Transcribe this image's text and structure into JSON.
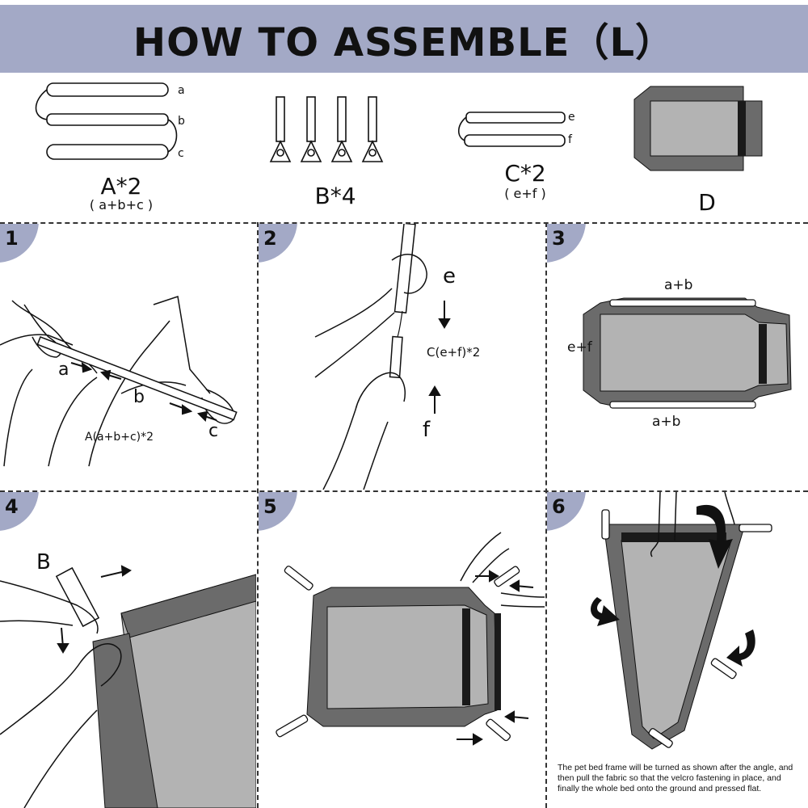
{
  "title": "HOW TO ASSEMBLE（L）",
  "parts": {
    "a_big": "A*2",
    "a_small": "( a+b+c )",
    "b_big": "B*4",
    "c_big": "C*2",
    "c_small": "( e+f )",
    "d_big": "D",
    "pipe_labels": {
      "a": "a",
      "b": "b",
      "c": "c",
      "e": "e",
      "f": "f"
    }
  },
  "steps": [
    {
      "number": "1",
      "labels": {
        "a": "a",
        "b": "b",
        "c": "c",
        "formula": "A(a+b+c)*2"
      }
    },
    {
      "number": "2",
      "labels": {
        "e": "e",
        "f": "f",
        "formula": "C(e+f)*2"
      }
    },
    {
      "number": "3",
      "labels": {
        "top": "a+b",
        "left": "e+f",
        "bottom": "a+b"
      }
    },
    {
      "number": "4",
      "labels": {
        "b": "B"
      }
    },
    {
      "number": "5"
    },
    {
      "number": "6",
      "note": "The pet bed frame will be turned as shown after the angle, and then pull the fabric so that the velcro fastening in place, and finally the whole bed onto the ground and pressed flat."
    }
  ],
  "colors": {
    "header": "#a3a9c6",
    "fabric_dark": "#6b6b6b",
    "fabric_light": "#b3b3b3",
    "velcro": "#1a1a1a"
  }
}
